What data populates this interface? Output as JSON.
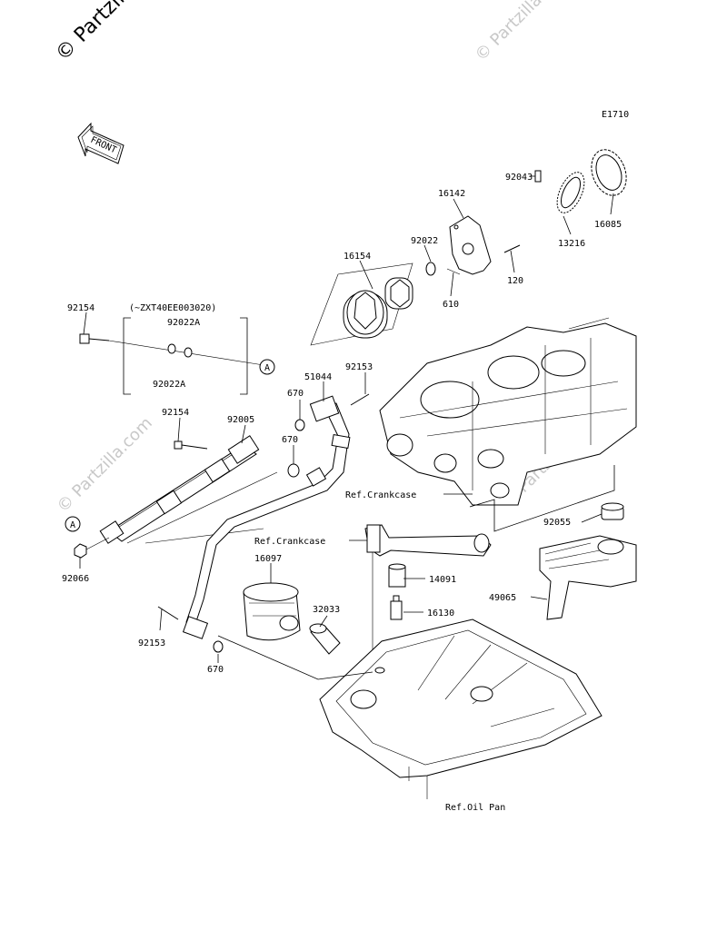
{
  "watermarks": {
    "top_left": "© Partzilla",
    "top_right": "© Partzilla.com",
    "mid_left": "© Partzilla.com",
    "center": "© Partzilla.com"
  },
  "figure_code": "E1710",
  "front_arrow": "FRONT",
  "bracket_note": "(~ZXT40EE003020)",
  "callouts": {
    "p92043": "92043",
    "p16142": "16142",
    "p16085": "16085",
    "p13216": "13216",
    "p92022": "92022",
    "p16154": "16154",
    "p120": "120",
    "p610": "610",
    "p92154a": "92154",
    "p92022A_top": "92022A",
    "p92022A_bot": "92022A",
    "circleA_right": "A",
    "p92153a": "92153",
    "p51044": "51044",
    "p670a": "670",
    "p92154b": "92154",
    "p92005": "92005",
    "p670b": "670",
    "ref_crankcase_1": "Ref.Crankcase",
    "p92055": "92055",
    "circleA_left": "A",
    "ref_crankcase_2": "Ref.Crankcase",
    "p92066": "92066",
    "p16097": "16097",
    "p14091": "14091",
    "p49065": "49065",
    "p32033": "32033",
    "p16130": "16130",
    "p92153b": "92153",
    "p670c": "670",
    "ref_oil_pan": "Ref.Oil Pan"
  }
}
